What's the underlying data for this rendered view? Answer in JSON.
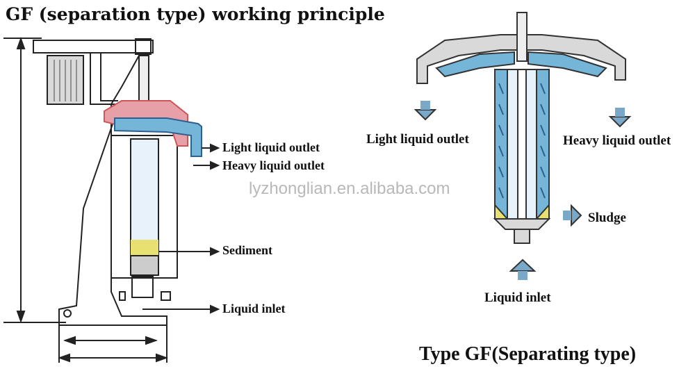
{
  "left_diagram": {
    "title": "GF (separation type) working principle",
    "labels": {
      "light_outlet": "Light liquid outlet",
      "heavy_outlet": "Heavy liquid outlet",
      "sediment": "Sediment",
      "liquid_inlet": "Liquid inlet"
    }
  },
  "right_diagram": {
    "labels": {
      "light_outlet": "Light liquid outlet",
      "heavy_outlet": "Heavy liquid outlet",
      "sludge": "Sludge",
      "liquid_inlet": "Liquid inlet"
    },
    "caption": "Type GF(Separating type)"
  },
  "watermark": "lyzhonglian.en.alibaba.com",
  "colors": {
    "liquid_blue": "#74b5d8",
    "dark_blue": "#2f5f8f",
    "pink_top": "#e8a0a8",
    "sediment_yellow": "#e8e070",
    "arrow_blue": "#7aa8c8",
    "line": "#222222"
  }
}
